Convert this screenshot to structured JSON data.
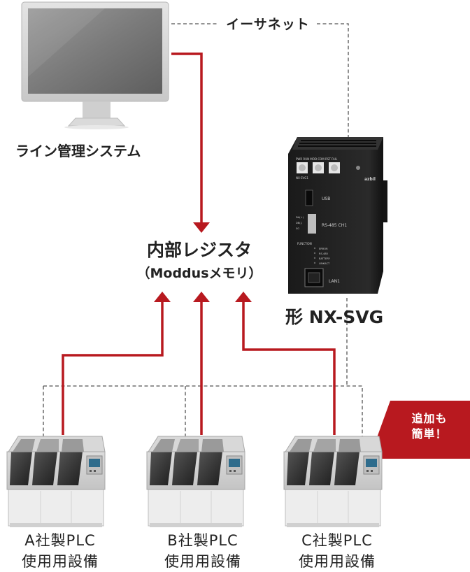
{
  "labels": {
    "ethernet": "イーサネット",
    "line_system": "ライン管理システム",
    "register_title": "内部レジスタ",
    "register_subtitle": "（Moddusメモリ）",
    "device": "形 NX-SVG",
    "badge_line1": "追加も",
    "badge_line2": "簡単！"
  },
  "plcs": [
    {
      "name": "A社製PLC",
      "usage": "使用用設備"
    },
    {
      "name": "B社製PLC",
      "usage": "使用用設備"
    },
    {
      "name": "C社製PLC",
      "usage": "使用用設備"
    }
  ],
  "device_panel": {
    "model": "NX-SVG1",
    "brand": "azbil",
    "usb": "USB",
    "rs485": "RS-485 CH1",
    "lan": "LAN1",
    "status_items": [
      "ERROR",
      "RS-485",
      "BATTERY",
      "LINKACT"
    ],
    "switch_labels": [
      "DA(+)",
      "DB(-)",
      "SG"
    ],
    "function_label": "FUNCTION",
    "led_labels": [
      "PWR",
      "RUN",
      "MOD",
      "COM",
      "RST",
      "FAIL"
    ]
  },
  "colors": {
    "signal_line": "#b8191f",
    "network_line": "#555555",
    "badge": "#b8191f"
  }
}
